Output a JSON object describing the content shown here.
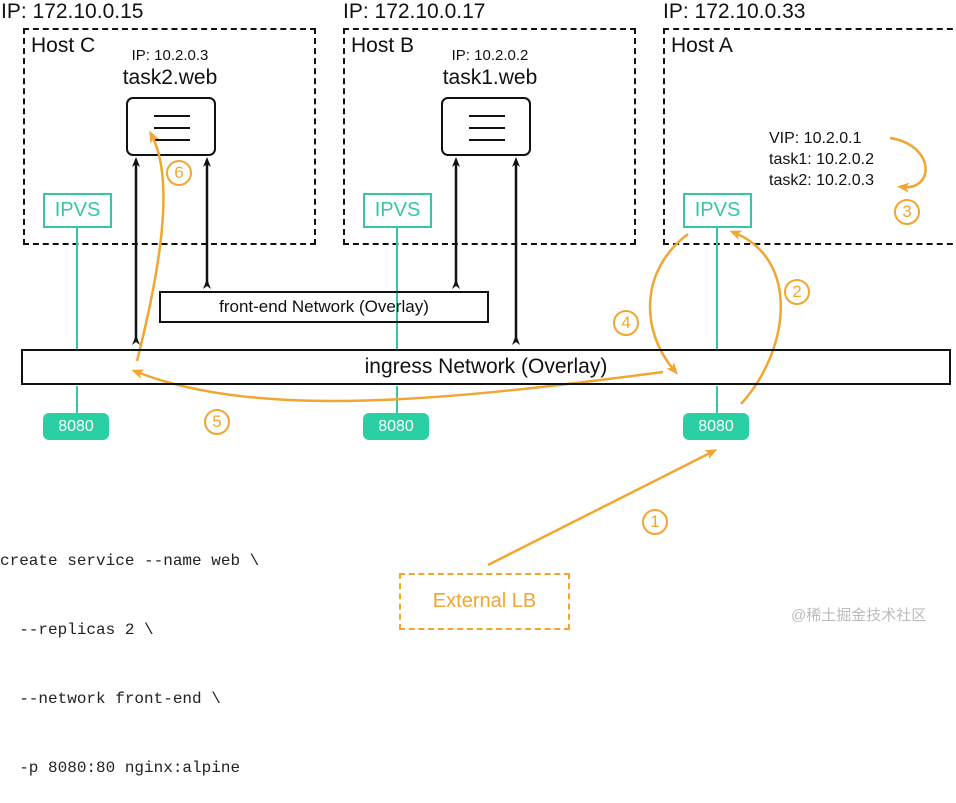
{
  "hosts": [
    {
      "ip_label": "IP: 172.10.0.15",
      "name": "Host C",
      "task": {
        "ip": "IP: 10.2.0.3",
        "name": "task2.web"
      },
      "ipvs": "IPVS",
      "port": "8080"
    },
    {
      "ip_label": "IP: 172.10.0.17",
      "name": "Host B",
      "task": {
        "ip": "IP: 10.2.0.2",
        "name": "task1.web"
      },
      "ipvs": "IPVS",
      "port": "8080"
    },
    {
      "ip_label": "IP: 172.10.0.33",
      "name": "Host A",
      "ipvs": "IPVS",
      "port": "8080"
    }
  ],
  "vip_table": {
    "vip": "VIP: 10.2.0.1",
    "task1": "task1: 10.2.0.2",
    "task2": "task2: 10.2.0.3"
  },
  "networks": {
    "frontend": "front-end Network (Overlay)",
    "ingress": "ingress Network (Overlay)"
  },
  "steps": [
    "1",
    "2",
    "3",
    "4",
    "5",
    "6"
  ],
  "command": {
    "lines": [
      "create service --name web \\",
      "  --replicas 2 \\",
      "  --network front-end \\",
      "  -p 8080:80 nginx:alpine"
    ]
  },
  "external_lb": "External LB",
  "watermark": "@稀土掘金技术社区",
  "colors": {
    "flow": "#f0a630",
    "ipvs": "#33c7a5",
    "port": "#2bcfa4",
    "line": "#111111"
  }
}
